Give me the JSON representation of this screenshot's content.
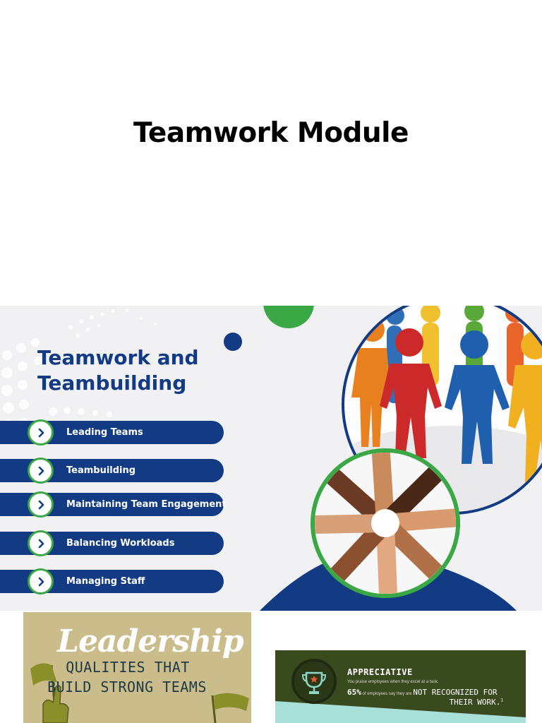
{
  "page": {
    "title": "Teamwork Module"
  },
  "banner": {
    "heading_line1": "Teamwork and",
    "heading_line2": "Teambuilding",
    "items": [
      {
        "label": "Leading Teams",
        "icon": "chevron-right-icon"
      },
      {
        "label": "Teambuilding",
        "icon": "chevron-right-icon"
      },
      {
        "label": "Maintaining Team Engagement",
        "icon": "chevron-right-icon"
      },
      {
        "label": "Balancing Workloads",
        "icon": "chevron-right-icon"
      },
      {
        "label": "Managing Staff",
        "icon": "chevron-right-icon"
      }
    ],
    "colors": {
      "navy": "#123b84",
      "green": "#39a845",
      "background": "#f1f1f3"
    }
  },
  "thumb_leadership": {
    "script_word": "Leadership",
    "line1": "QUALITIES THAT",
    "line2": "BUILD STRONG TEAMS"
  },
  "thumb_appreciative": {
    "title": "APPRECIATIVE",
    "subtitle": "You praise employees when they excel at a task.",
    "stat_pct": "65%",
    "stat_text": "of employees say they are",
    "stat_emph": "NOT RECOGNIZED FOR",
    "stat_emph2": "THEIR WORK.",
    "footnote": "1"
  }
}
